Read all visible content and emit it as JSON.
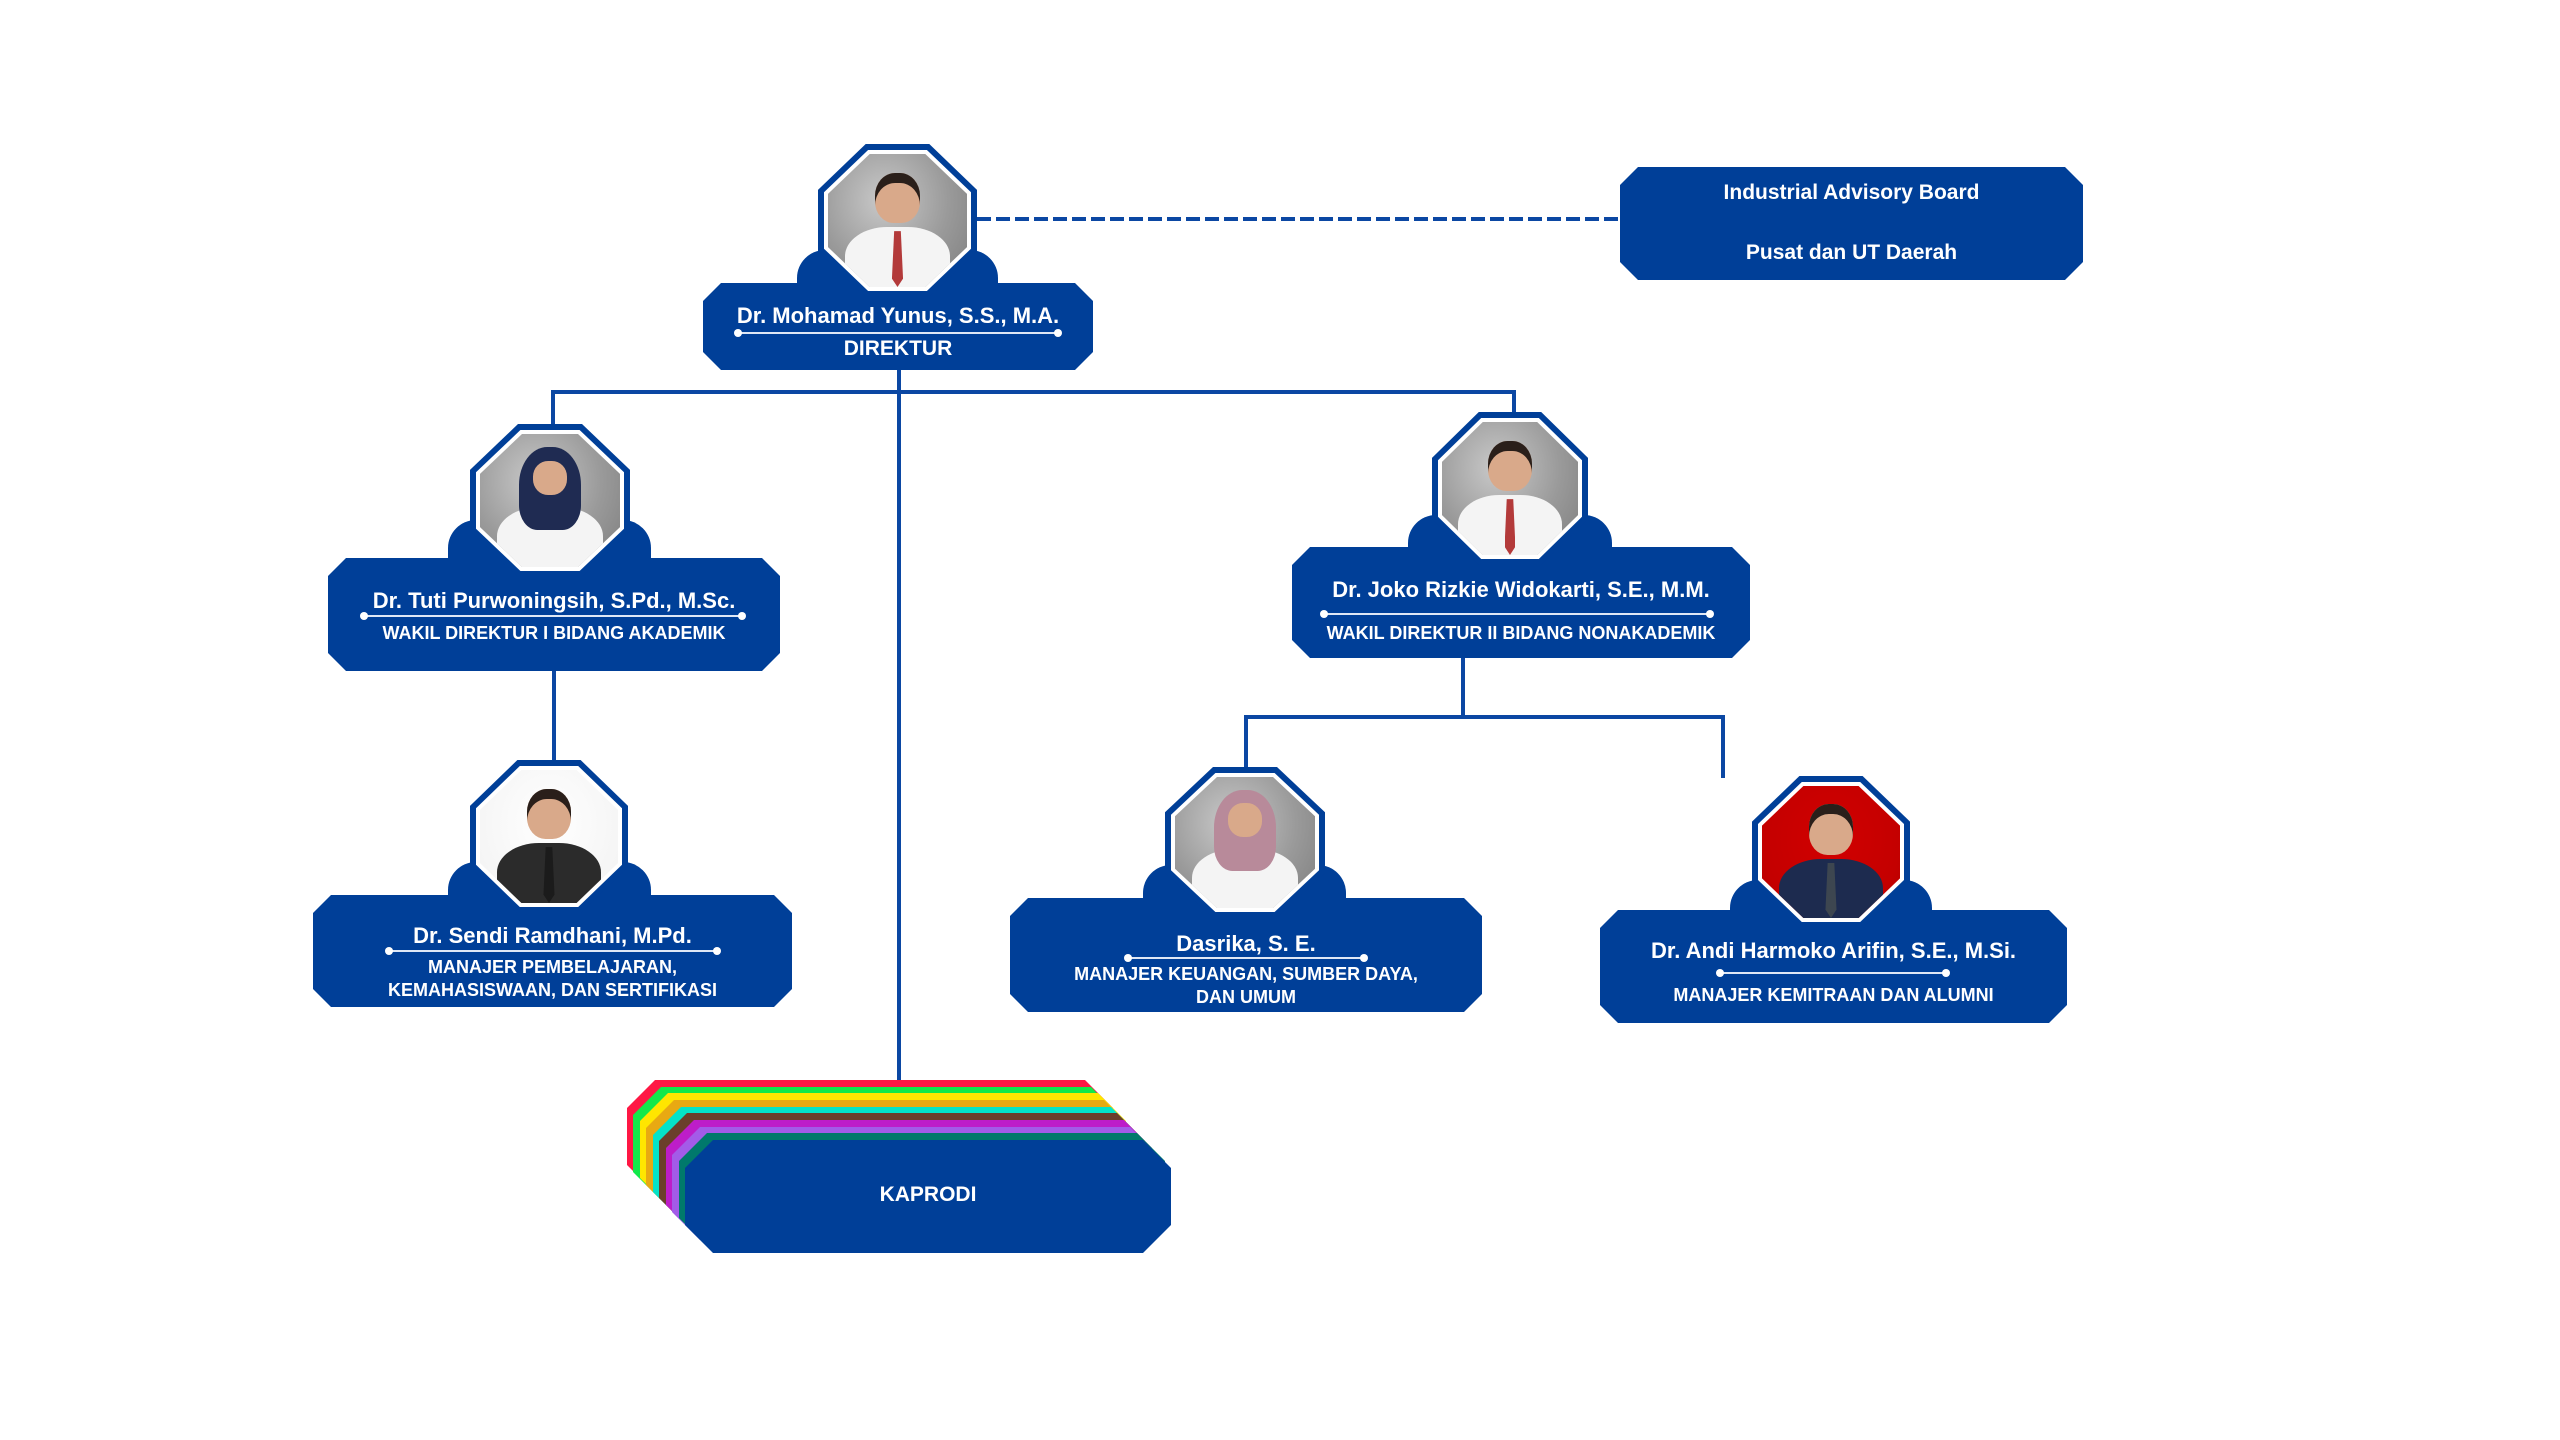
{
  "chart_title": "Struktur Organisasi",
  "colors": {
    "primary_blue": "#003F98",
    "connector_blue": "#0B47A3",
    "kaprodi_layers": [
      "#FF1744",
      "#12E84A",
      "#FFE600",
      "#E8A912",
      "#05E3C8",
      "#6B3F2A",
      "#BD1DC9",
      "#A35BE8",
      "#00796B",
      "#003F98"
    ]
  },
  "nodes": {
    "direktur": {
      "name": "Dr. Mohamad Yunus, S.S., M.A.",
      "title": "DIREKTUR",
      "photo": "portrait-photo"
    },
    "advisory": {
      "line1": "Industrial Advisory Board",
      "line2": "Pusat dan UT Daerah"
    },
    "wadir1": {
      "name": "Dr. Tuti Purwoningsih, S.Pd., M.Sc.",
      "title": "WAKIL DIREKTUR I BIDANG AKADEMIK",
      "photo": "portrait-photo"
    },
    "wadir2": {
      "name": "Dr. Joko Rizkie Widokarti, S.E., M.M.",
      "title": "WAKIL DIREKTUR II BIDANG NONAKADEMIK",
      "photo": "portrait-photo"
    },
    "manajer_pembelajaran": {
      "name": "Dr. Sendi Ramdhani, M.Pd.",
      "title_line1": "MANAJER PEMBELAJARAN,",
      "title_line2": "KEMAHASISWAAN, DAN SERTIFIKASI",
      "photo": "portrait-photo"
    },
    "manajer_keuangan": {
      "name": "Dasrika, S. E.",
      "title_line1": "MANAJER KEUANGAN, SUMBER DAYA,",
      "title_line2": "DAN UMUM",
      "photo": "portrait-photo"
    },
    "manajer_kemitraan": {
      "name": "Dr. Andi Harmoko Arifin, S.E., M.Si.",
      "title": "MANAJER KEMITRAAN DAN ALUMNI",
      "photo": "portrait-photo"
    },
    "kaprodi": {
      "label": "KAPRODI",
      "stack_count": 10
    }
  },
  "relations": [
    {
      "from": "direktur",
      "to": "advisory",
      "style": "dashed"
    },
    {
      "from": "direktur",
      "to": "wadir1",
      "style": "solid"
    },
    {
      "from": "direktur",
      "to": "wadir2",
      "style": "solid"
    },
    {
      "from": "direktur",
      "to": "kaprodi",
      "style": "solid"
    },
    {
      "from": "wadir1",
      "to": "manajer_pembelajaran",
      "style": "solid"
    },
    {
      "from": "wadir2",
      "to": "manajer_keuangan",
      "style": "solid"
    },
    {
      "from": "wadir2",
      "to": "manajer_kemitraan",
      "style": "solid"
    }
  ]
}
